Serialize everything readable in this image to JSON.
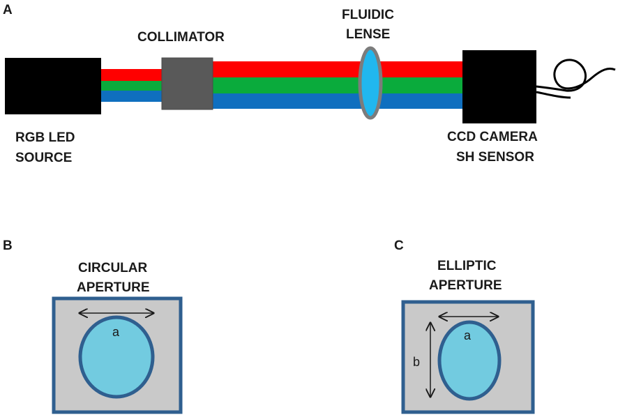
{
  "panel_a": {
    "letter": "A",
    "source_label": [
      "RGB LED",
      "SOURCE"
    ],
    "collimator_label": "COLLIMATOR",
    "lens_label": [
      "FLUIDIC",
      "LENSE"
    ],
    "camera_label": [
      "CCD CAMERA",
      "SH SENSOR"
    ],
    "beam_colors": [
      "#ff0000",
      "#0aab3c",
      "#0f6fbf"
    ],
    "lens_color": "#21b7ee",
    "collimator_color": "#595959"
  },
  "panel_b": {
    "letter": "B",
    "title": [
      "CIRCULAR",
      "APERTURE"
    ],
    "dimension_a": "a"
  },
  "panel_c": {
    "letter": "C",
    "title": [
      "ELLIPTIC",
      "APERTURE"
    ],
    "dimension_a": "a",
    "dimension_b": "b"
  },
  "colors": {
    "aperture_fill": "#c9c9c9",
    "aperture_border": "#2f5f8f",
    "hole_fill": "#72cbe0"
  }
}
